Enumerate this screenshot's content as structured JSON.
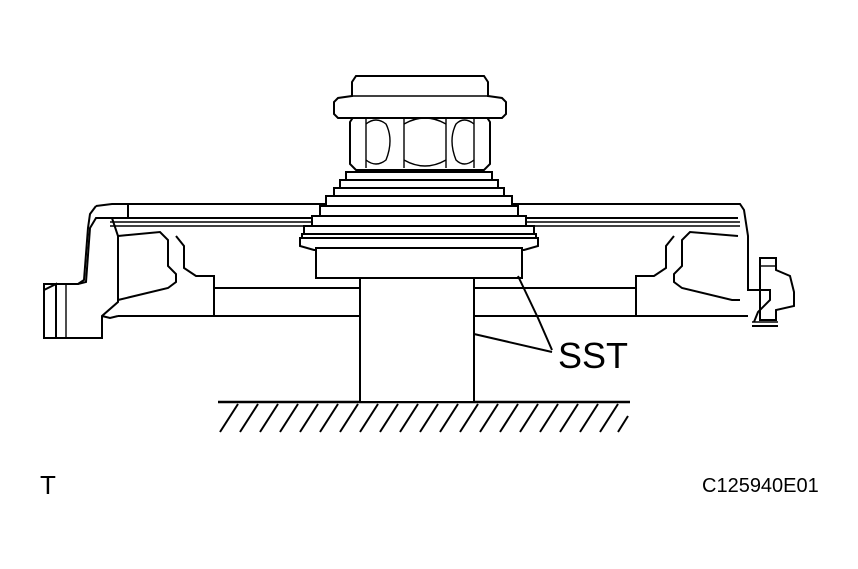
{
  "labels": {
    "sst": "SST",
    "corner_mark": "T",
    "figure_id": "C125940E01"
  },
  "colors": {
    "ink": "#000000",
    "paper": "#ffffff"
  }
}
